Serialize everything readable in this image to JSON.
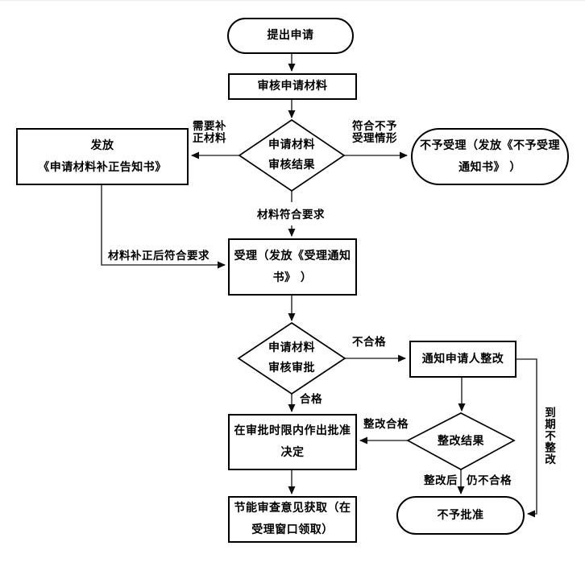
{
  "page": {
    "background": "#ffffff"
  },
  "colors": {
    "line": "#3d3d3d",
    "shape_border": "#000000",
    "arrowhead": "#0d0d0d",
    "text": "#000000"
  },
  "nodes": {
    "start": {
      "type": "terminator",
      "label": "提出申请"
    },
    "review_materials": {
      "type": "process",
      "label": "审核申请材料"
    },
    "review_result": {
      "type": "decision",
      "line1": "申请材料",
      "line2": "审核结果"
    },
    "issue_correction_notice": {
      "type": "process",
      "line1": "发放",
      "line2": "《申请材料补正告知书》"
    },
    "not_accepted": {
      "type": "terminator",
      "line1": "不予受理（发放《不予受理",
      "line2": "通知书》 ）"
    },
    "accepted": {
      "type": "process",
      "line1": "受理（发放《受理通知",
      "line2": "书》 ）"
    },
    "review_approval": {
      "type": "decision",
      "line1": "申请材料",
      "line2": "审核审批"
    },
    "notify_rectification": {
      "type": "process",
      "label": "通知申请人整改"
    },
    "rectification_result": {
      "type": "decision",
      "label": "整改结果"
    },
    "approval_decision": {
      "type": "process",
      "line1": "在审批时限内作出批准",
      "line2": "决定"
    },
    "obtain_opinion": {
      "type": "process",
      "line1": "节能审查意见获取（在",
      "line2": "受理窗口领取）"
    },
    "not_approved": {
      "type": "terminator",
      "label": "不予批准"
    }
  },
  "edge_labels": {
    "need_correction_line1": "需要补",
    "need_correction_line2": "正材料",
    "rejection_case_line1": "符合不予",
    "rejection_case_line2": "受理情形",
    "materials_ok": "材料符合要求",
    "corrected_ok": "材料补正后符合要求",
    "unqualified": "不合格",
    "qualified": "合格",
    "rectified_ok": "整改合格",
    "after_rectification": "整改后",
    "still_unqualified": "仍不合格",
    "overdue_no_rectification": "到期不整改"
  }
}
